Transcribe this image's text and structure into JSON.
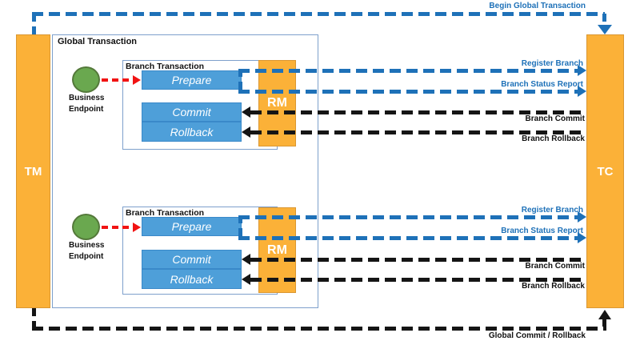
{
  "tm_label": "TM",
  "tc_label": "TC",
  "global_transaction_label": "Global Transaction",
  "begin_global_transaction_label": "Begin Global Transaction",
  "global_commit_rollback_label": "Global Commit / Rollback",
  "branches": [
    {
      "branch_transaction_label": "Branch Transaction",
      "business_endpoint_label": "Business\nEndpoint",
      "prepare_label": "Prepare",
      "commit_label": "Commit",
      "rollback_label": "Rollback",
      "rm_label": "RM",
      "register_branch_label": "Register Branch",
      "branch_status_report_label": "Branch Status Report",
      "branch_commit_label": "Branch Commit",
      "branch_rollback_label": "Branch Rollback"
    },
    {
      "branch_transaction_label": "Branch Transaction",
      "business_endpoint_label": "Business\nEndpoint",
      "prepare_label": "Prepare",
      "commit_label": "Commit",
      "rollback_label": "Rollback",
      "rm_label": "RM",
      "register_branch_label": "Register Branch",
      "branch_status_report_label": "Branch Status Report",
      "branch_commit_label": "Branch Commit",
      "branch_rollback_label": "Branch Rollback"
    }
  ],
  "colors": {
    "orange": "#FBB138",
    "orange_border": "#DA9732",
    "process_blue": "#4E9FD9",
    "process_blue_border": "#3A89C9",
    "arrow_blue": "#1E71B8",
    "arrow_black": "#151515",
    "arrow_red": "#F11313",
    "endpoint_green": "#6AA84F",
    "endpoint_green_border": "#54793A",
    "container_border": "#7EA0CC"
  }
}
